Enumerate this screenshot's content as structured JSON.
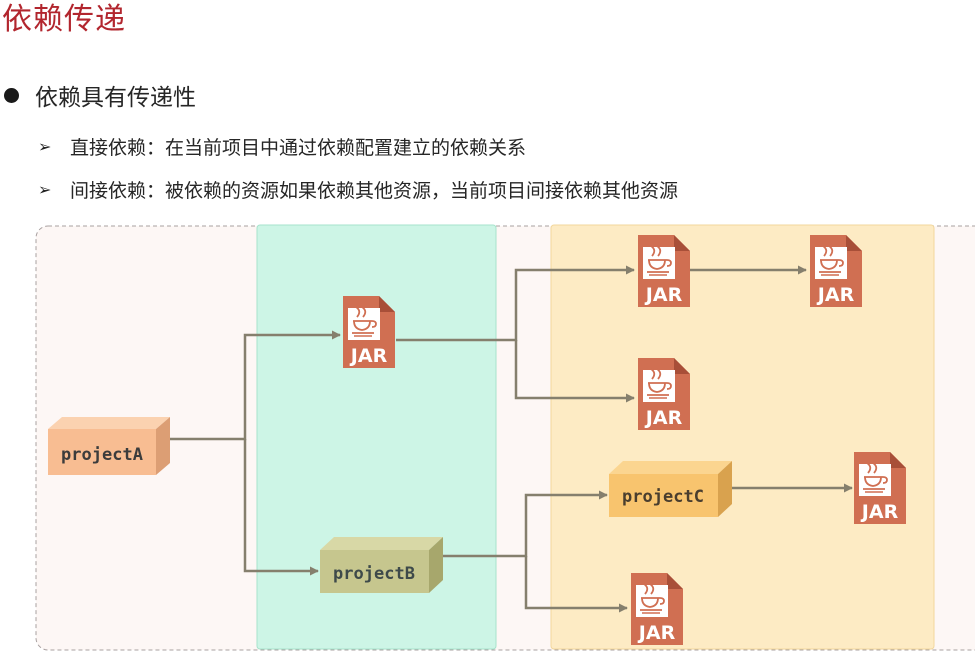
{
  "page": {
    "title": "依赖传递",
    "bullet": "依赖具有传递性",
    "subs": [
      {
        "marker": "➢",
        "text": "直接依赖：在当前项目中通过依赖配置建立的依赖关系"
      },
      {
        "marker": "➢",
        "text": "间接依赖：被依赖的资源如果依赖其他资源，当前项目间接依赖其他资源"
      }
    ]
  },
  "diagram": {
    "projects": {
      "a": "projectA",
      "b": "projectB",
      "c": "projectC"
    },
    "jar_label": "JAR",
    "colors": {
      "outer_bg": "#fdf7f5",
      "direct_zone": "#cdf5e6",
      "indirect_zone": "#fdebc4",
      "jar": "#d06f52",
      "jar_dark": "#a84f38",
      "projectA": "#f8bd92",
      "projectB": "#c6c68e",
      "projectC": "#f8c46e",
      "connector": "#857f6d"
    }
  }
}
